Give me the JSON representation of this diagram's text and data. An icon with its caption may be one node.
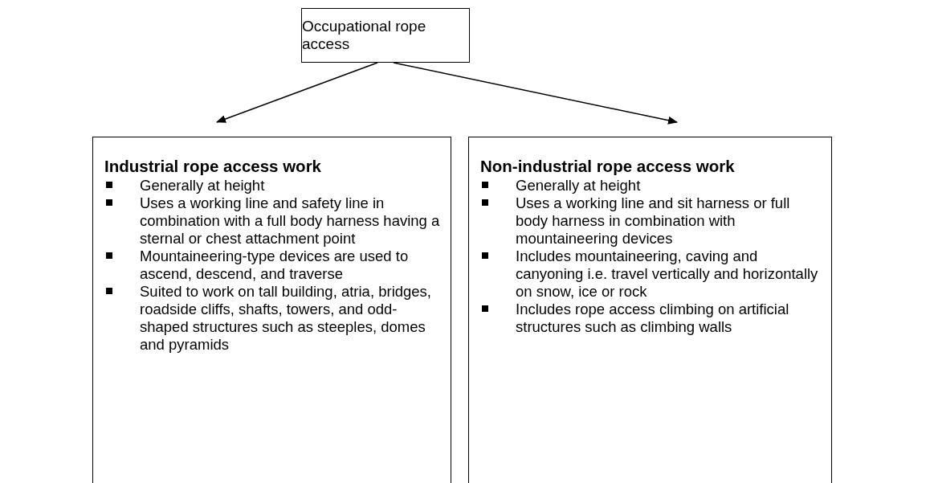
{
  "diagram": {
    "nodes": [
      {
        "text": [
          "Occupational rope access"
        ]
      },
      {
        "text": [
          "Industrial rope access work",
          "Generally at height",
          "Uses a working line and safety line in combination with a full body harness having a sternal or chest attachment point",
          "Mountaineering-type devices are used to ascend, descend, and traverse",
          "Suited to work on tall building, atria, bridges, roadside cliffs, shafts, towers, and odd-shaped structures such as steeples, domes and pyramids"
        ]
      },
      {
        "text": [
          "Non-industrial rope access work",
          "Generally at height",
          "Uses a working line and sit harness or full body harness in combination with mountaineering devices",
          "Includes mountaineering, caving and canyoning i.e. travel vertically and horizontally on snow, ice or rock",
          "Includes rope access climbing on artificial structures such as climbing walls"
        ]
      }
    ],
    "edges": [
      {
        "from": 0,
        "to": 1,
        "arrow": "to"
      },
      {
        "from": 0,
        "to": 2,
        "arrow": "to"
      }
    ]
  }
}
